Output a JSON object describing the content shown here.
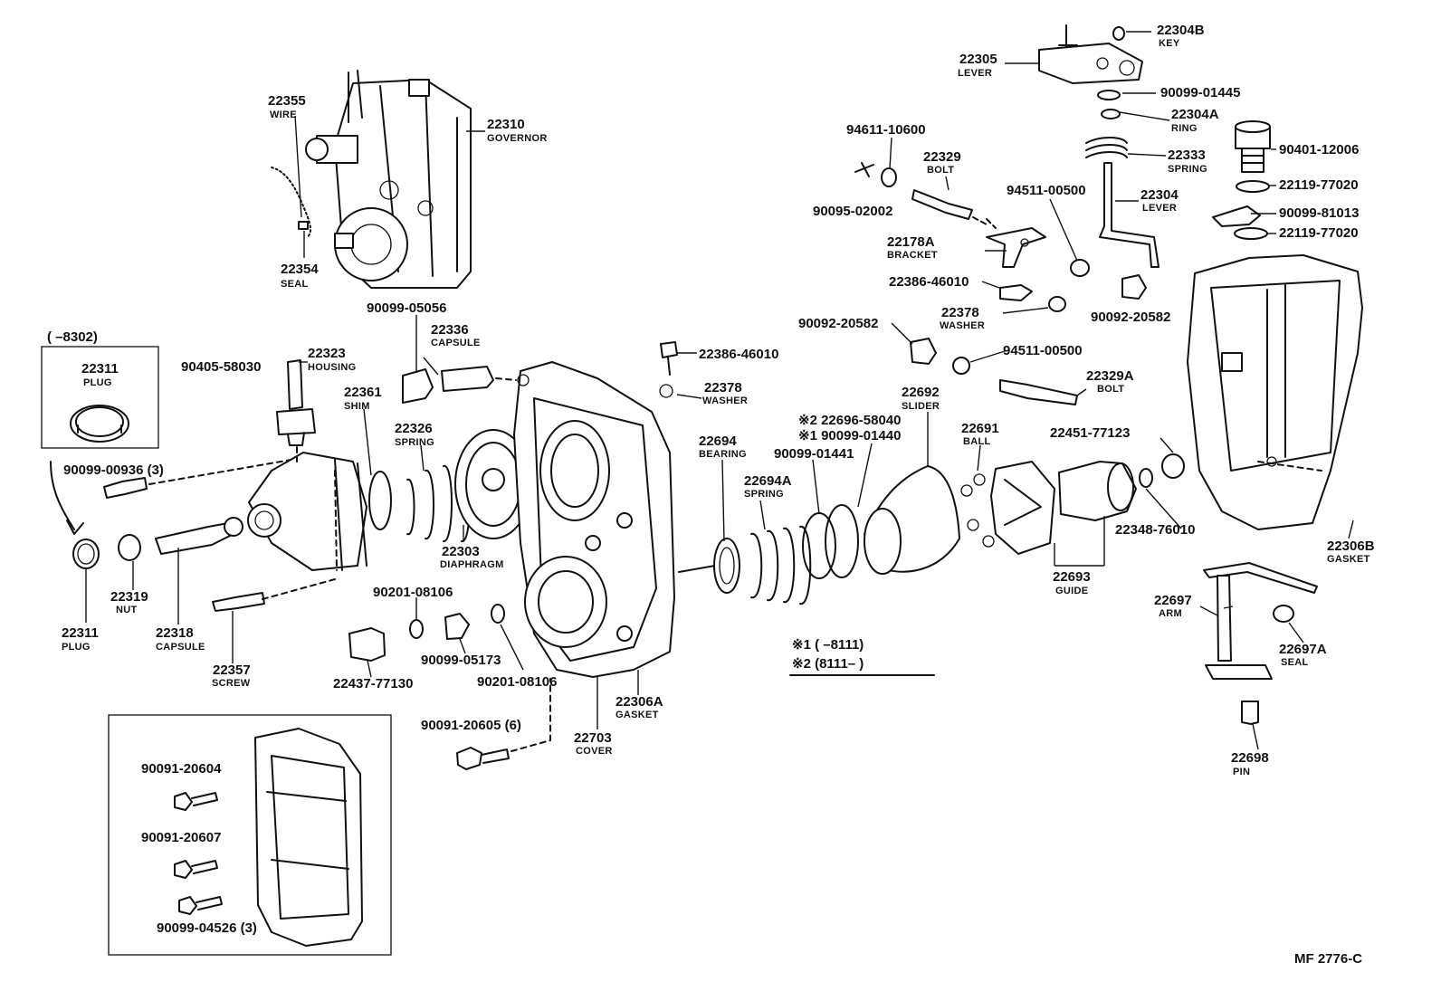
{
  "parts": {
    "p22355": {
      "number": "22355",
      "name": "WIRE"
    },
    "p22310": {
      "number": "22310",
      "name": "GOVERNOR"
    },
    "p22354": {
      "number": "22354",
      "name": "SEAL"
    },
    "p22305": {
      "number": "22305",
      "name": "LEVER"
    },
    "p22304B": {
      "number": "22304B",
      "name": "KEY"
    },
    "p9009901445": {
      "number": "90099-01445",
      "name": ""
    },
    "p22304A": {
      "number": "22304A",
      "name": "RING"
    },
    "p22333": {
      "number": "22333",
      "name": "SPRING"
    },
    "p22304": {
      "number": "22304",
      "name": "LEVER"
    },
    "p9040112006": {
      "number": "90401-12006",
      "name": ""
    },
    "p2211977020a": {
      "number": "22119-77020",
      "name": ""
    },
    "p9009981013": {
      "number": "90099-81013",
      "name": ""
    },
    "p2211977020b": {
      "number": "22119-77020",
      "name": ""
    },
    "p9461110600": {
      "number": "94611-10600",
      "name": ""
    },
    "p22329": {
      "number": "22329",
      "name": "BOLT"
    },
    "p9009502002": {
      "number": "90095-02002",
      "name": ""
    },
    "p9451100500a": {
      "number": "94511-00500",
      "name": ""
    },
    "p22178A": {
      "number": "22178A",
      "name": "BRACKET"
    },
    "p2238646010a": {
      "number": "22386-46010",
      "name": ""
    },
    "p22378a": {
      "number": "22378",
      "name": "WASHER"
    },
    "p9009220582a": {
      "number": "90092-20582",
      "name": ""
    },
    "p9009220582b": {
      "number": "90092-20582",
      "name": ""
    },
    "p9451100500b": {
      "number": "94511-00500",
      "name": ""
    },
    "p22329A": {
      "number": "22329A",
      "name": "BOLT"
    },
    "p2238646010b": {
      "number": "22386-46010",
      "name": ""
    },
    "p22378b": {
      "number": "22378",
      "name": "WASHER"
    },
    "p9009905056": {
      "number": "90099-05056",
      "name": ""
    },
    "p22336": {
      "number": "22336",
      "name": "CAPSULE"
    },
    "p22323": {
      "number": "22323",
      "name": "HOUSING"
    },
    "p9040558030": {
      "number": "90405-58030",
      "name": ""
    },
    "p22361": {
      "number": "22361",
      "name": "SHIM"
    },
    "p22326": {
      "number": "22326",
      "name": "SPRING"
    },
    "p22311top": {
      "number": "22311",
      "name": "PLUG"
    },
    "p9009900936": {
      "number": "90099-00936 (3)",
      "name": ""
    },
    "p22303": {
      "number": "22303",
      "name": "DIAPHRAGM"
    },
    "p22319": {
      "number": "22319",
      "name": "NUT"
    },
    "p22311": {
      "number": "22311",
      "name": "PLUG"
    },
    "p22318": {
      "number": "22318",
      "name": "CAPSULE"
    },
    "p22357": {
      "number": "22357",
      "name": "SCREW"
    },
    "p9020108106a": {
      "number": "90201-08106",
      "name": ""
    },
    "p9009905173": {
      "number": "90099-05173",
      "name": ""
    },
    "p2243777130": {
      "number": "22437-77130",
      "name": ""
    },
    "p9020108106b": {
      "number": "90201-08106",
      "name": ""
    },
    "p22306A": {
      "number": "22306A",
      "name": "GASKET"
    },
    "p22703": {
      "number": "22703",
      "name": "COVER"
    },
    "p9009120605": {
      "number": "90091-20605 (6)",
      "name": ""
    },
    "p22694": {
      "number": "22694",
      "name": "BEARING"
    },
    "p22694A": {
      "number": "22694A",
      "name": "SPRING"
    },
    "p9009901441": {
      "number": "90099-01441",
      "name": ""
    },
    "p22692": {
      "number": "22692",
      "name": "SLIDER"
    },
    "p22691": {
      "number": "22691",
      "name": "BALL"
    },
    "p2245177123": {
      "number": "22451-77123",
      "name": ""
    },
    "p2234876010": {
      "number": "22348-76010",
      "name": ""
    },
    "p22693": {
      "number": "22693",
      "name": "GUIDE"
    },
    "p22306B": {
      "number": "22306B",
      "name": "GASKET"
    },
    "p22697": {
      "number": "22697",
      "name": "ARM"
    },
    "p22697A": {
      "number": "22697A",
      "name": "SEAL"
    },
    "p22698": {
      "number": "22698",
      "name": "PIN"
    },
    "p9009120604": {
      "number": "90091-20604",
      "name": ""
    },
    "p9009120607": {
      "number": "90091-20607",
      "name": ""
    },
    "p9009904526": {
      "number": "90099-04526 (3)",
      "name": ""
    }
  },
  "variants": {
    "line_22696": "※2 22696-58040",
    "line_01440": "※1 90099-01440"
  },
  "inset_plug": {
    "range": "(      –8302)"
  },
  "legend": {
    "line1": "※1 (      –8111)",
    "line2": "※2 (8111–        )"
  },
  "footer": {
    "code": "MF 2776-C"
  }
}
